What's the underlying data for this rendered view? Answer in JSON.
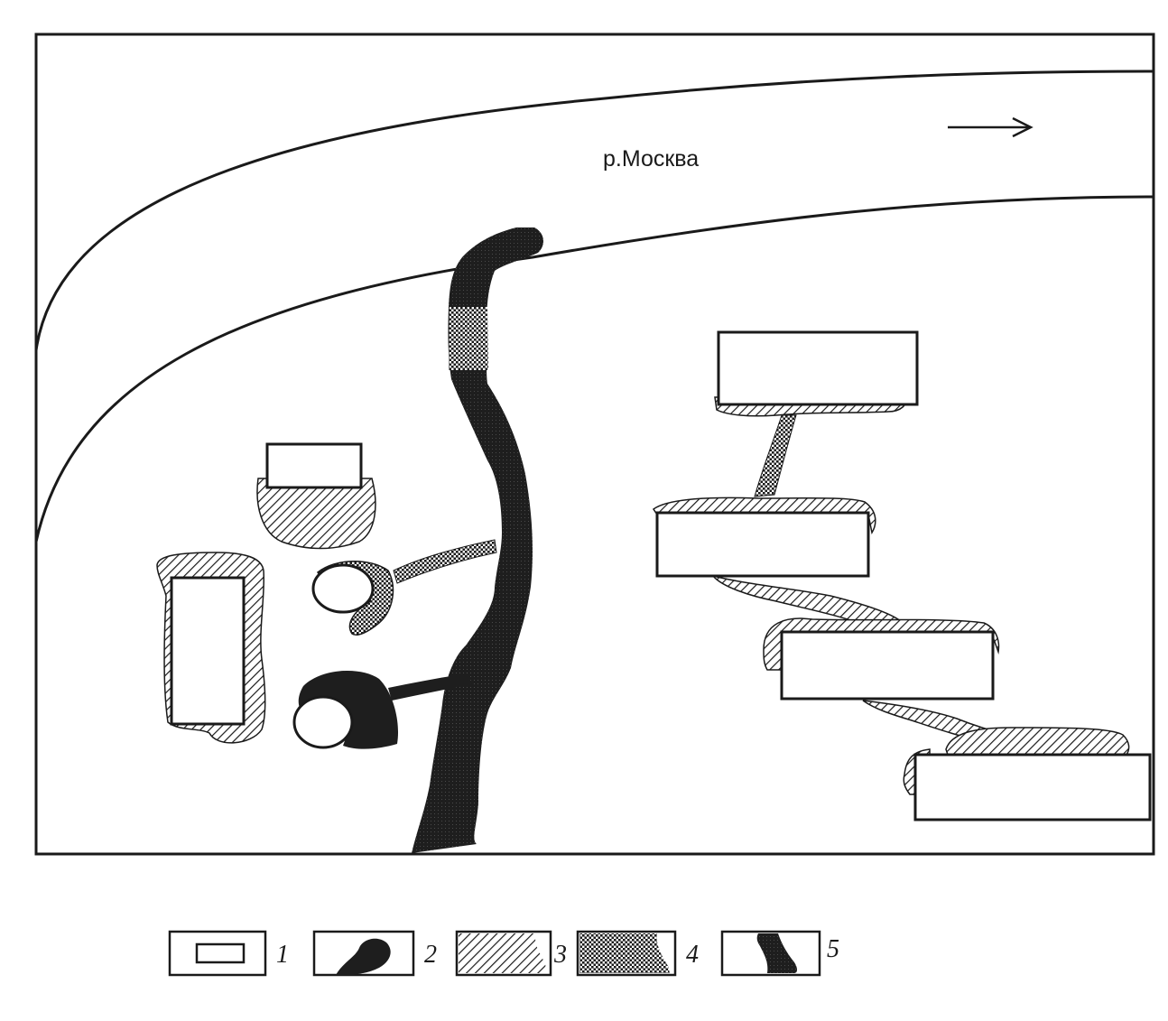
{
  "river": {
    "label": "р.Москва"
  },
  "legend": {
    "items": [
      {
        "number": "1",
        "symbol": "building"
      },
      {
        "number": "2",
        "symbol": "solid-black-patch"
      },
      {
        "number": "3",
        "symbol": "diagonal-hatch-patch"
      },
      {
        "number": "4",
        "symbol": "crosshatch-patch"
      },
      {
        "number": "5",
        "symbol": "dark-stream"
      }
    ]
  },
  "colors": {
    "ink": "#1a1a1a",
    "dark_fill": "#2a2a2a",
    "paper": "#ffffff"
  }
}
